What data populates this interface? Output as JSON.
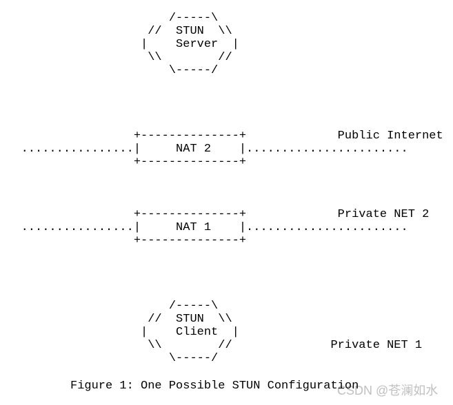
{
  "page": {
    "background_color": "#ffffff",
    "text_color": "#000000"
  },
  "diagram": {
    "type": "ascii-network-diagram",
    "lines": [
      "                        /-----\\",
      "                     //  STUN  \\\\",
      "                    |    Server  |",
      "                     \\\\        //",
      "                        \\-----/",
      "",
      "",
      "",
      "",
      "                   +--------------+             Public Internet",
      "   ................|     NAT 2    |.......................",
      "                   +--------------+",
      "",
      "",
      "",
      "                   +--------------+             Private NET 2",
      "   ................|     NAT 1    |.......................",
      "                   +--------------+",
      "",
      "",
      "",
      "",
      "                        /-----\\",
      "                     //  STUN  \\\\",
      "                    |    Client  |",
      "                     \\\\        //              Private NET 1",
      "                        \\-----/"
    ],
    "nodes": [
      {
        "id": "stun-server",
        "label": "STUN Server",
        "shape": "hexagon"
      },
      {
        "id": "nat-2",
        "label": "NAT 2",
        "shape": "box"
      },
      {
        "id": "nat-1",
        "label": "NAT 1",
        "shape": "box"
      },
      {
        "id": "stun-client",
        "label": "STUN Client",
        "shape": "hexagon"
      }
    ],
    "network_labels": [
      "Public Internet",
      "Private NET 2",
      "Private NET 1"
    ]
  },
  "caption": {
    "text": "Figure 1: One Possible STUN Configuration"
  },
  "watermark": {
    "text": "CSDN @苍澜如水",
    "color": "#c0c0c0"
  }
}
